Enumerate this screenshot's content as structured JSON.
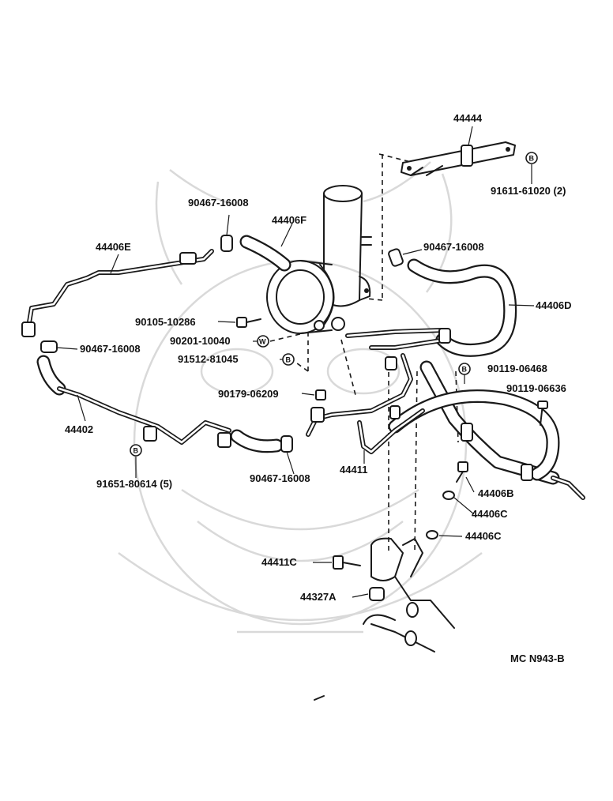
{
  "diagram": {
    "code": "MC N943-B",
    "badges": {
      "bolt_badge": "B",
      "washer_badge": "W"
    },
    "parts": {
      "p_44444": "44444",
      "p_91611": "91611-61020 (2)",
      "p_90467_top": "90467-16008",
      "p_44406F": "44406F",
      "p_90467_right": "90467-16008",
      "p_44406E": "44406E",
      "p_44406D": "44406D",
      "p_90105": "90105-10286",
      "p_90201": "90201-10040",
      "p_90467_left": "90467-16008",
      "p_91512": "91512-81045",
      "p_90119_06468": "90119-06468",
      "p_90119_06636": "90119-06636",
      "p_90179": "90179-06209",
      "p_44402": "44402",
      "p_91651": "91651-80614 (5)",
      "p_90467_bottom": "90467-16008",
      "p_44411": "44411",
      "p_44406B": "44406B",
      "p_44406C_1": "44406C",
      "p_44406C_2": "44406C",
      "p_44411C": "44411C",
      "p_44327A": "44327A"
    }
  }
}
